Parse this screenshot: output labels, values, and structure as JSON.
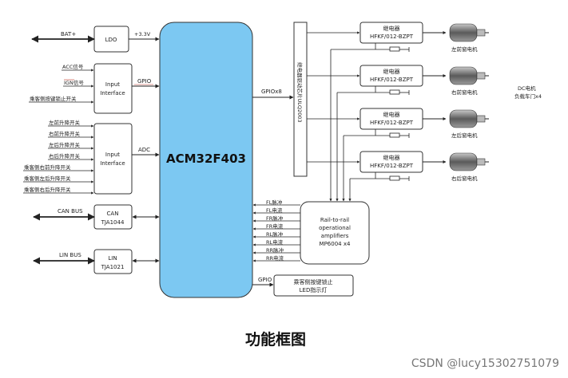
{
  "mcu": {
    "label": "ACM32F403",
    "color": "#7cc8f2"
  },
  "ldo": {
    "label": "LDO",
    "input_label": "BAT+",
    "output_label": "+3.3V"
  },
  "input_block_1": {
    "label_line1": "Input",
    "label_line2": "Interface",
    "bus_label": "GPIO",
    "signals": [
      "ACC信号",
      "IGN信号",
      "乘客侧按键锁止开关"
    ]
  },
  "input_block_2": {
    "label_line1": "Input",
    "label_line2": "Interface",
    "bus_label": "ADC",
    "signals": [
      "左前升降开关",
      "右前升降开关",
      "左后升降开关",
      "右后升降开关",
      "乘客侧右前升降开关",
      "乘客侧左后升降开关",
      "乘客侧右后升降开关"
    ]
  },
  "can": {
    "line1": "CAN",
    "line2": "TJA1044",
    "bus_label": "CAN BUS"
  },
  "lin": {
    "line1": "LIN",
    "line2": "TJA1021",
    "bus_label": "LIN BUS"
  },
  "gpio_bus_label": "GPIOx8",
  "driver_chip": "继电器驱动芯片ULQ2003",
  "relays": [
    {
      "line1": "继电器",
      "line2": "HFKF/012-BZPT",
      "motor": "左前窗电机"
    },
    {
      "line1": "继电器",
      "line2": "HFKF/012-BZPT",
      "motor": "右前窗电机"
    },
    {
      "line1": "继电器",
      "line2": "HFKF/012-BZPT",
      "motor": "左后窗电机"
    },
    {
      "line1": "继电器",
      "line2": "HFKF/012-BZPT",
      "motor": "右后窗电机"
    }
  ],
  "dc_motor_note": {
    "line1": "DC电机",
    "line2": "负载车门x4"
  },
  "opamp": {
    "line1": "Rail-to-rail",
    "line2": "operational",
    "line3": "amplifiers",
    "line4": "MP6004 x4"
  },
  "feedback_signals": [
    "FL脉冲",
    "FL电流",
    "FR脉冲",
    "FR电流",
    "RL脉冲",
    "RL电流",
    "RR脉冲",
    "RR电流"
  ],
  "led": {
    "bus_label": "GPIO",
    "line1": "乘客侧按键锁止",
    "line2": "LED指示灯"
  },
  "figure_title": "功能框图",
  "watermark": "CSDN @lucy15302751079"
}
